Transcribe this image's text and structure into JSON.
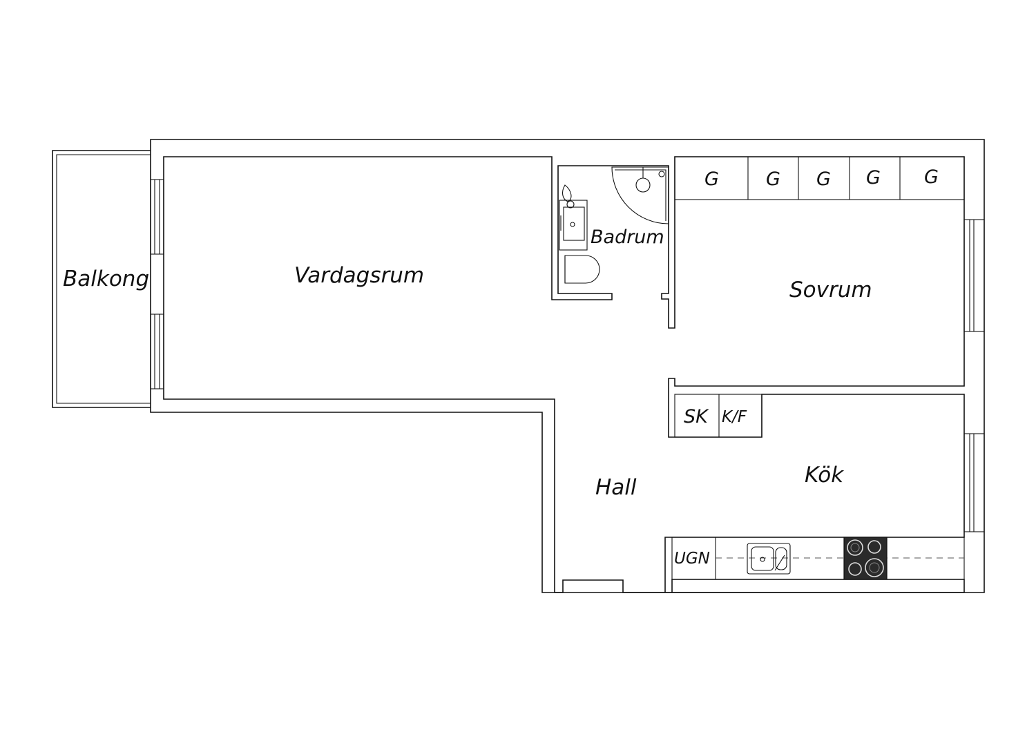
{
  "rooms": {
    "balcony": "Balkong",
    "living_room": "Vardagsrum",
    "bathroom": "Badrum",
    "bedroom": "Sovrum",
    "hall": "Hall",
    "kitchen": "Kök"
  },
  "wardrobes": [
    "G",
    "G",
    "G",
    "G",
    "G"
  ],
  "kitchen_units": {
    "pantry": "SK",
    "fridge_freezer": "K/F",
    "oven": "UGN"
  },
  "colors": {
    "line": "#111111",
    "background": "#ffffff",
    "stove": "#2b2b2b"
  }
}
